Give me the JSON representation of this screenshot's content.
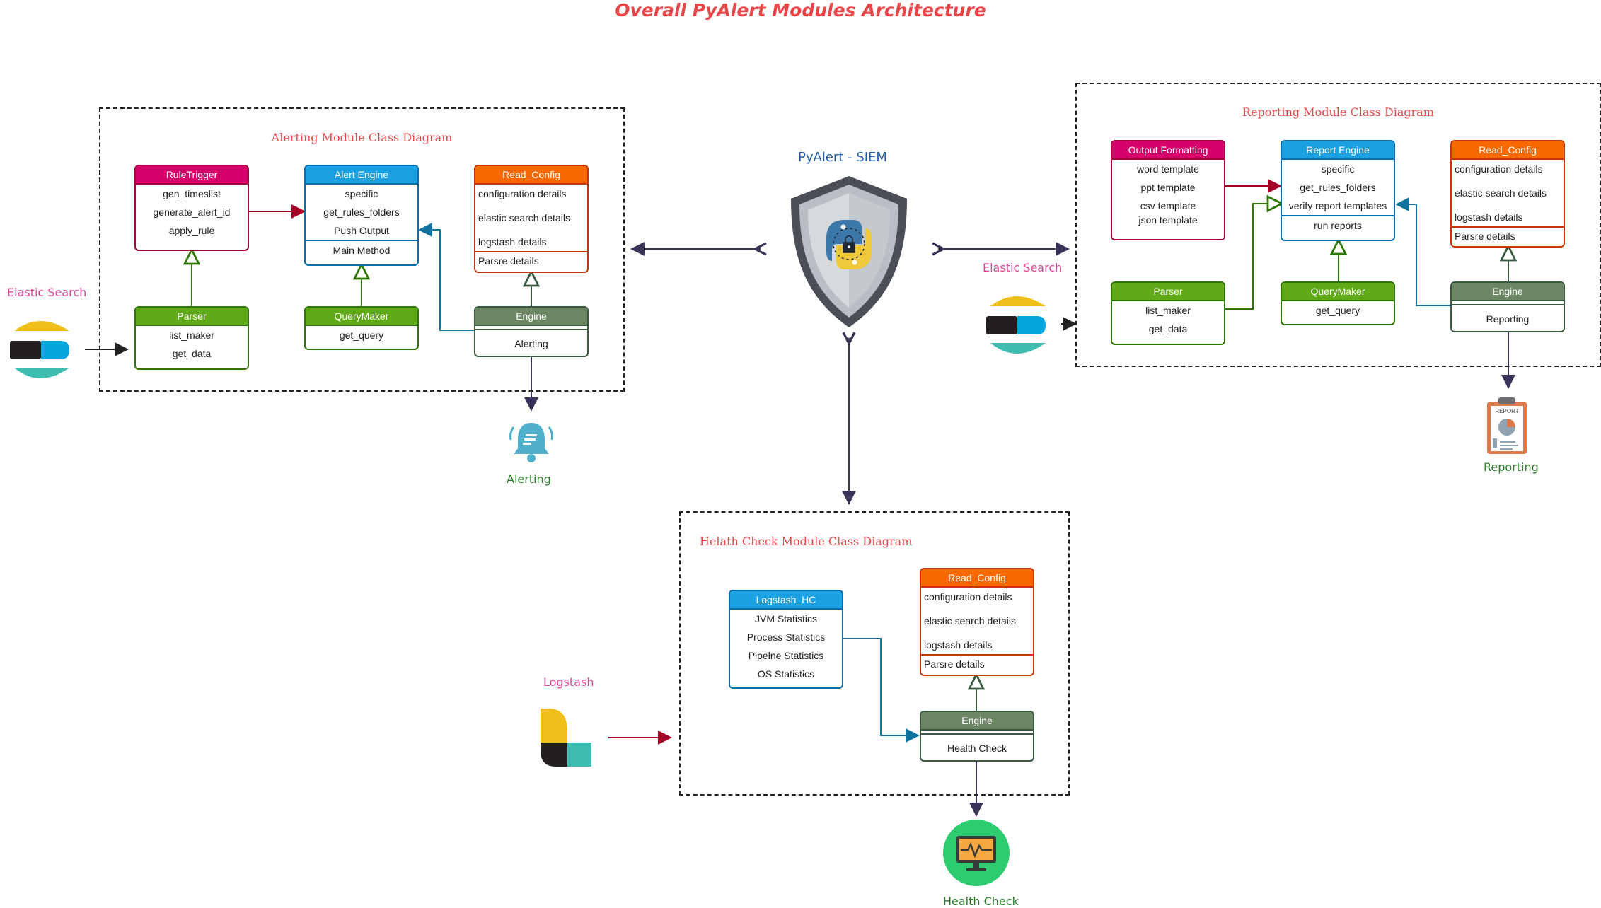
{
  "title": "Overall PyAlert Modules Architecture",
  "center": {
    "label": "PyAlert - SIEM"
  },
  "alerting": {
    "title": "Alerting Module Class Diagram",
    "source_label": "Elastic Search",
    "output_label": "Alerting",
    "classes": {
      "ruletrigger": {
        "name": "RuleTrigger",
        "items": [
          "gen_timeslist",
          "generate_alert_id",
          "apply_rule"
        ]
      },
      "alert_engine": {
        "name": "Alert Engine",
        "items": [
          "specific",
          "get_rules_folders",
          "Push Output"
        ],
        "extra": "Main Method"
      },
      "read_config": {
        "name": "Read_Config",
        "items": [
          "configuration details",
          "elastic search details",
          "logstash details"
        ],
        "extra": "Parsre details"
      },
      "parser": {
        "name": "Parser",
        "items": [
          "list_maker",
          "get_data"
        ]
      },
      "querymaker": {
        "name": "QueryMaker",
        "items": [
          "get_query"
        ]
      },
      "engine": {
        "name": "Engine",
        "extra": "Alerting"
      }
    }
  },
  "reporting": {
    "title": "Reporting Module Class Diagram",
    "source_label": "Elastic Search",
    "output_label": "Reporting",
    "report_icon_text": "REPORT",
    "classes": {
      "output_formatting": {
        "name": "Output Formatting",
        "items": [
          "word template",
          "ppt template",
          "csv template",
          "json template"
        ]
      },
      "report_engine": {
        "name": "Report Engine",
        "items": [
          "specific",
          "get_rules_folders",
          "verify report templates"
        ],
        "extra": "run reports"
      },
      "read_config": {
        "name": "Read_Config",
        "items": [
          "configuration details",
          "elastic search details",
          "logstash details"
        ],
        "extra": "Parsre details"
      },
      "parser": {
        "name": "Parser",
        "items": [
          "list_maker",
          "get_data"
        ]
      },
      "querymaker": {
        "name": "QueryMaker",
        "items": [
          "get_query"
        ]
      },
      "engine": {
        "name": "Engine",
        "extra": "Reporting"
      }
    }
  },
  "health": {
    "title": "Helath Check Module Class Diagram",
    "source_label": "Logstash",
    "output_label": "Health Check",
    "classes": {
      "logstash_hc": {
        "name": "Logstash_HC",
        "items": [
          "JVM Statistics",
          "Process Statistics",
          "Pipelne Statistics",
          "OS Statistics"
        ]
      },
      "read_config": {
        "name": "Read_Config",
        "items": [
          "configuration details",
          "elastic search details",
          "logstash details"
        ],
        "extra": "Parsre details"
      },
      "engine": {
        "name": "Engine",
        "extra": "Health Check"
      }
    }
  },
  "colors": {
    "magenta": "#d6006b",
    "blue": "#1ba1e2",
    "orange": "#fa6800",
    "green": "#60a917",
    "gray_green": "#6d8764",
    "wire_blue": "#10739e",
    "wire_red": "#a20025",
    "wire_green": "#2d7600",
    "title_red": "#e8474a"
  }
}
